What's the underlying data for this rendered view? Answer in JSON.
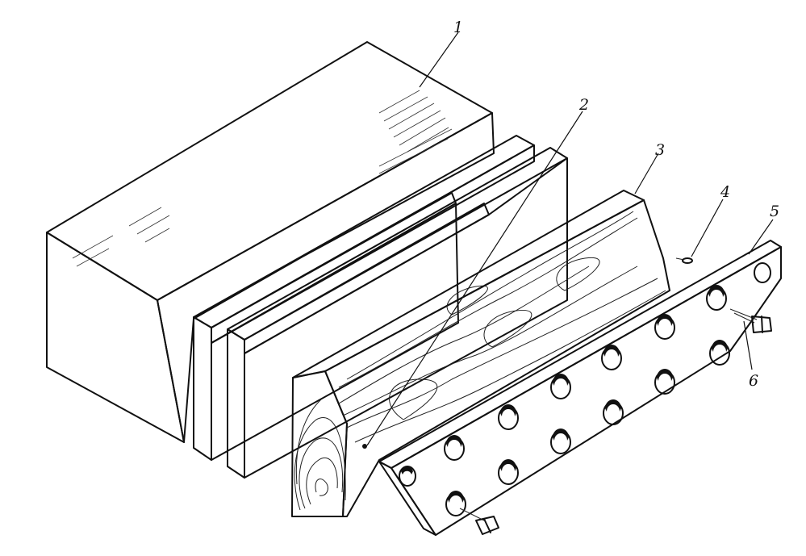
{
  "figure": {
    "callouts": [
      {
        "id": "1",
        "label": "1"
      },
      {
        "id": "2",
        "label": "2"
      },
      {
        "id": "3",
        "label": "3"
      },
      {
        "id": "4",
        "label": "4"
      },
      {
        "id": "5",
        "label": "5"
      },
      {
        "id": "6",
        "label": "6"
      }
    ],
    "colors": {
      "ink": "#111111",
      "paper": "#ffffff"
    }
  }
}
